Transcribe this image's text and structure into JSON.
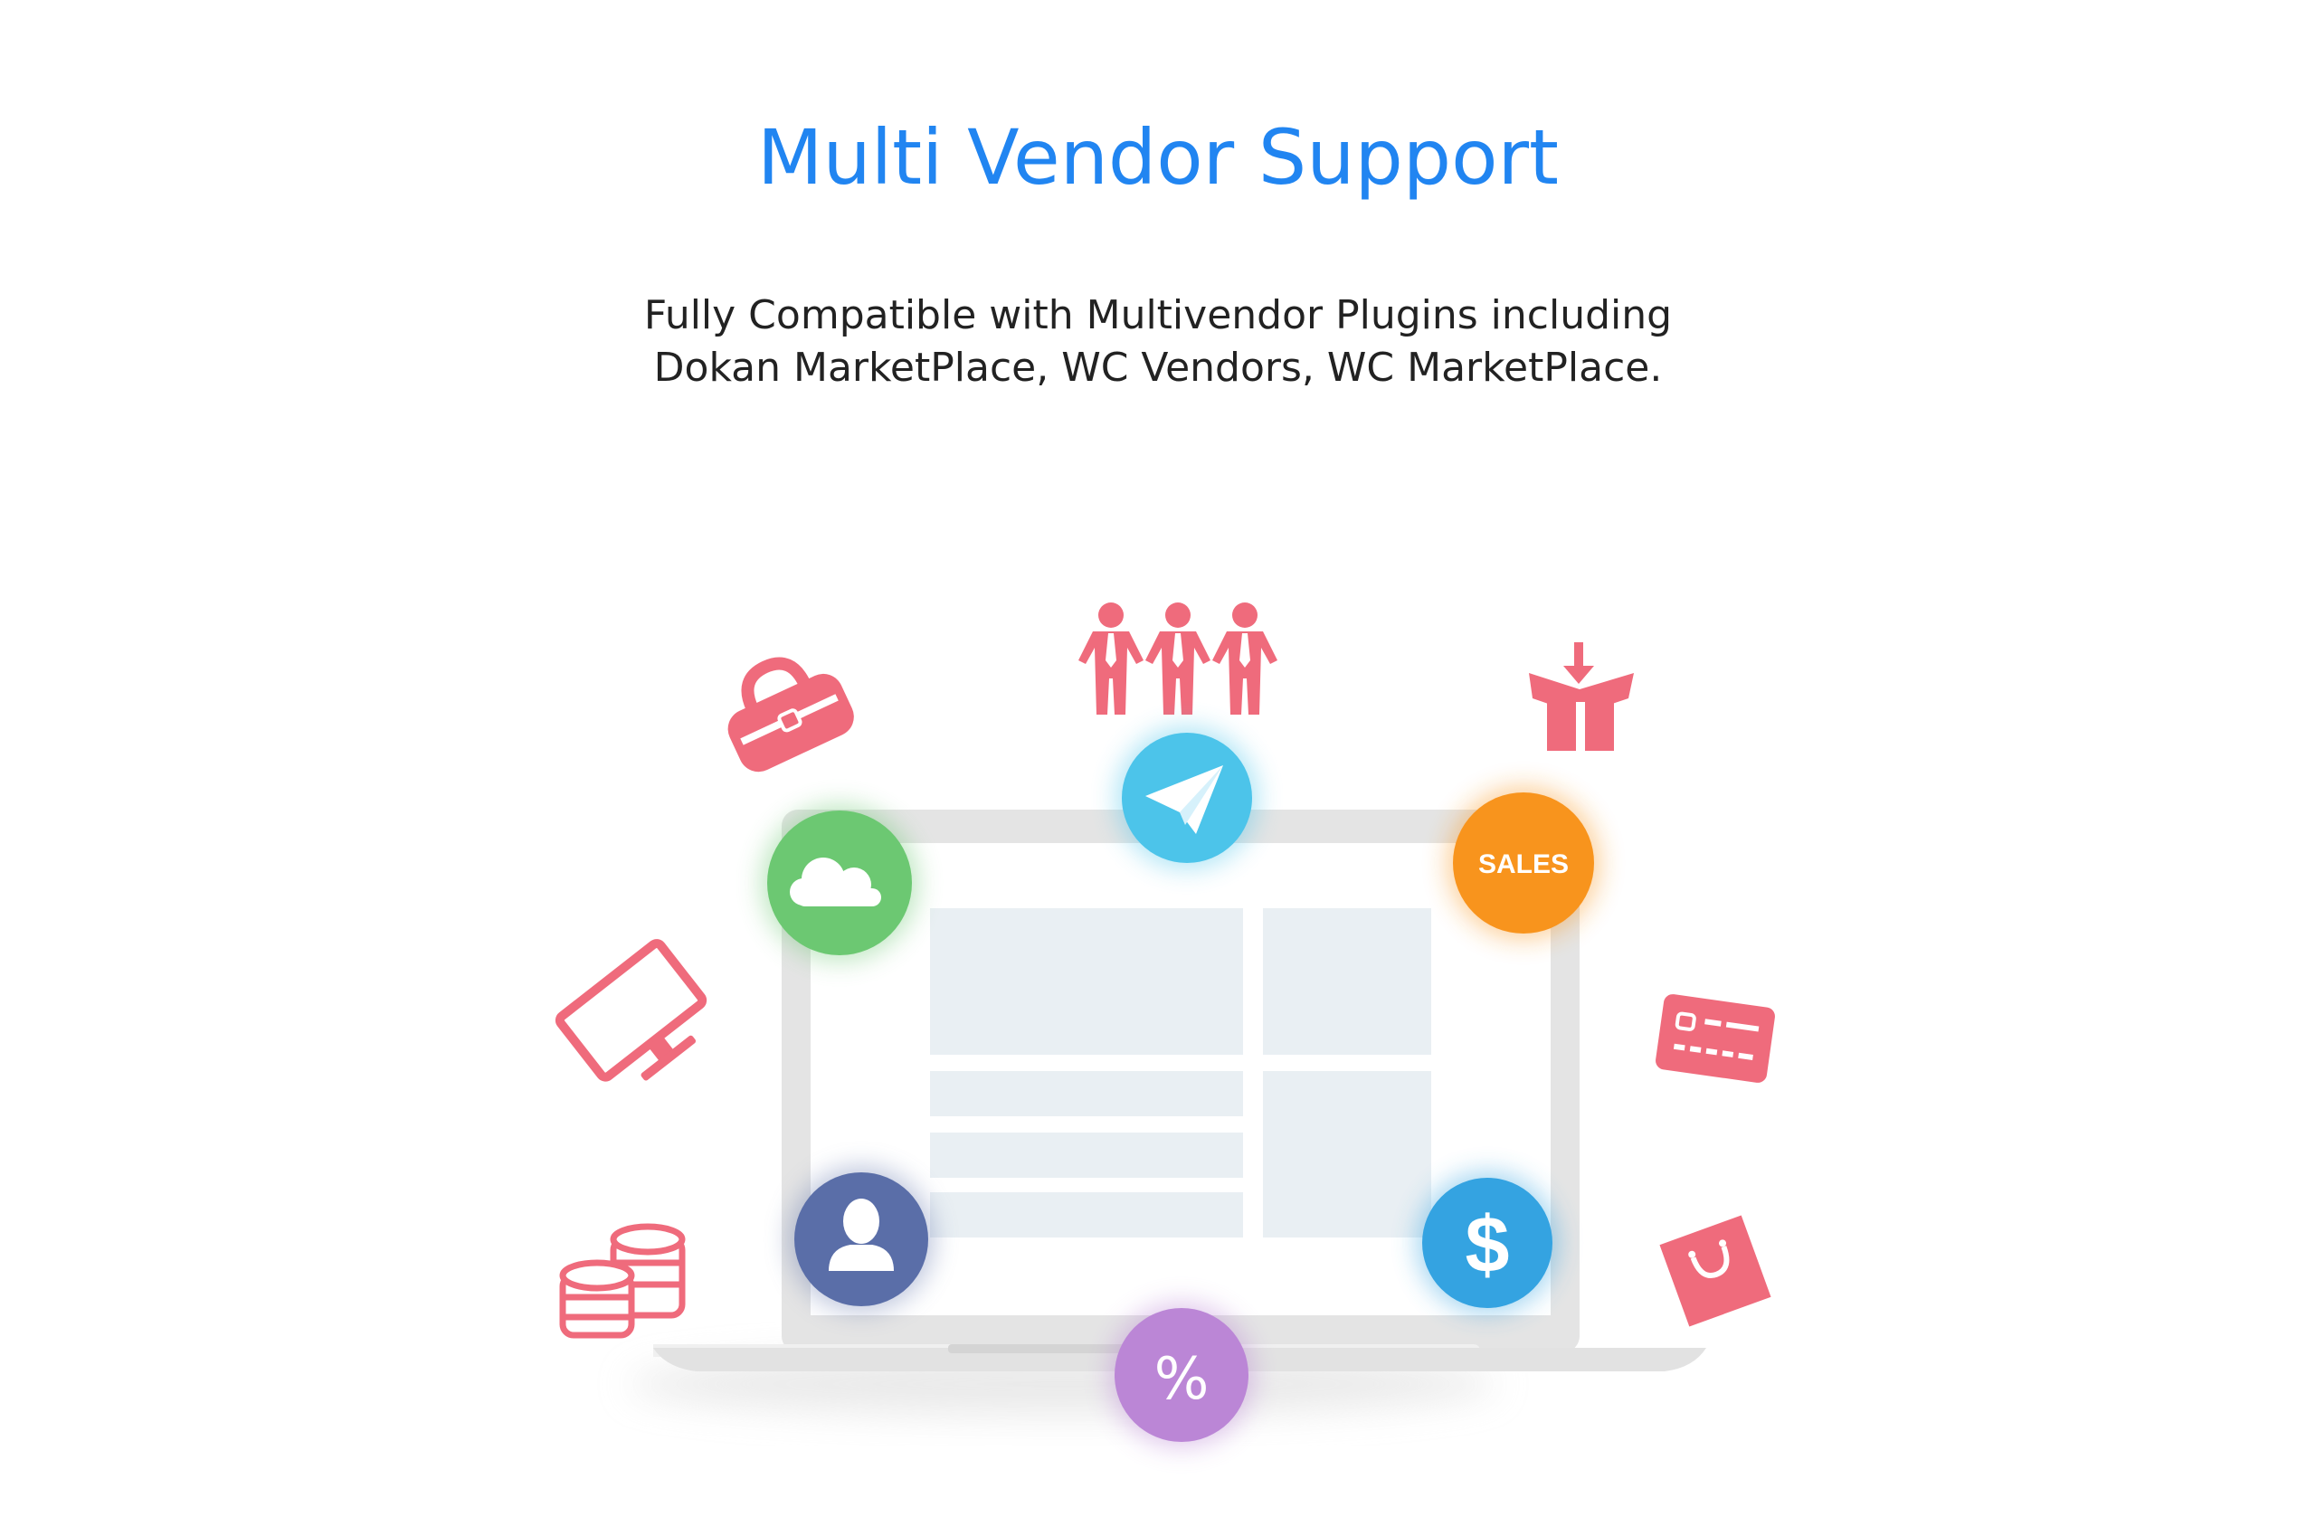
{
  "title": "Multi Vendor Support",
  "subtitle_lines": [
    "Fully Compatible with Multivendor Plugins including",
    "Dokan MarketPlace, WC Vendors, WC MarketPlace."
  ],
  "badges": {
    "sales_label": "SALES",
    "dollar_label": "$",
    "percent_label": "%"
  },
  "colors": {
    "title": "#2185f1",
    "subtitle": "#222222",
    "icon_red": "#ef6b7c",
    "green": "#6cc872",
    "cyan": "#4cc4ea",
    "orange": "#f8941d",
    "navy": "#5a6ea8",
    "blue": "#34a3e1",
    "purple": "#bb86d6"
  },
  "icons": [
    "bag-icon",
    "team-icon",
    "gift-box-icon",
    "monitor-icon",
    "credit-card-icon",
    "coins-icon",
    "shopping-bag-icon",
    "cloud-icon",
    "paper-plane-icon",
    "user-icon"
  ]
}
